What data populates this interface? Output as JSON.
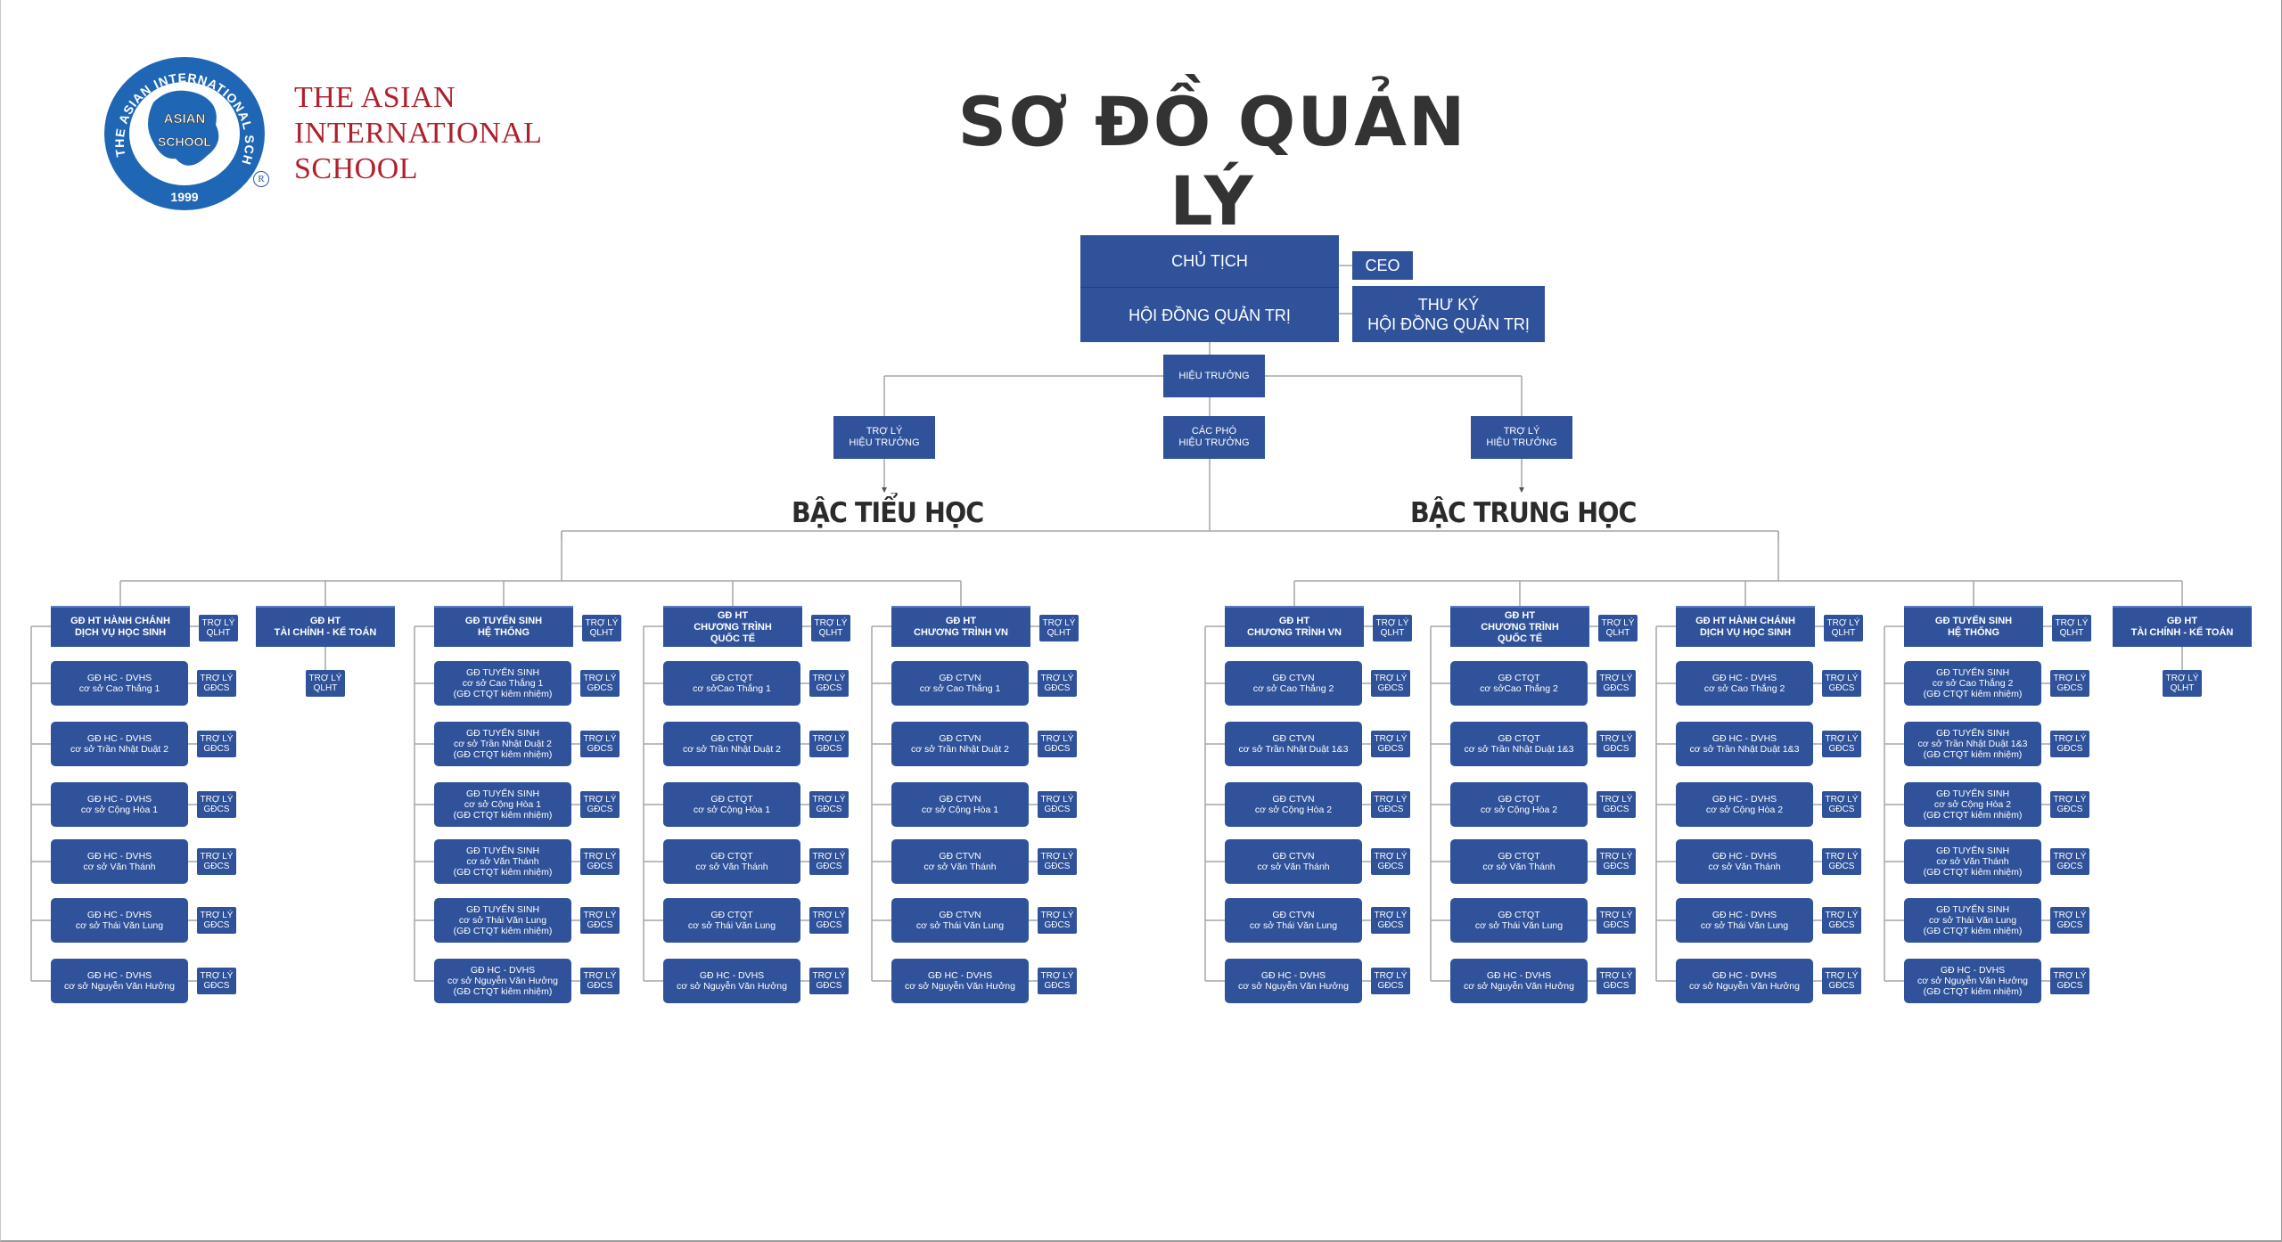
{
  "header": {
    "title": "SƠ ĐỒ QUẢN LÝ",
    "brand_lines": [
      "THE  ASIAN",
      "INTERNATIONAL",
      "SCHOOL"
    ],
    "logo": {
      "ring_text": "THE ASIAN INTERNATIONAL SCHOOL",
      "center_top": "ASIAN",
      "center_bottom": "SCHOOL",
      "year": "1999",
      "registered_mark": "R"
    }
  },
  "colors": {
    "box": "#2f529a",
    "line": "#a6a6a6",
    "brand": "#b0202c",
    "title": "#333333",
    "logo_blue": "#1f67b4"
  },
  "top": {
    "chairman": "CHỦ TỊCH",
    "board": "HỘI ĐỒNG QUẢN TRỊ",
    "ceo": "CEO",
    "secretary": "THƯ KÝ\nHỘI ĐỒNG QUẢN TRỊ",
    "principal": "HIỆU TRƯỞNG",
    "vice_principals": "CÁC PHÓ\nHIỆU TRƯỞNG",
    "assistant_left": "TRỢ LÝ\nHIỆU TRƯỞNG",
    "assistant_right": "TRỢ LÝ\nHIỆU TRƯỞNG"
  },
  "sections": {
    "primary": "BẬC TIỂU HỌC",
    "secondary": "BẬC TRUNG HỌC"
  },
  "primary_columns": [
    {
      "head": "GĐ HT HÀNH CHÁNH\nDỊCH VỤ HỌC SINH",
      "head_assistant": "TRỢ LÝ\nQLHT",
      "units": [
        {
          "label": "GĐ HC - DVHS\ncơ sở Cao Thắng 1",
          "assistant": "TRỢ LÝ\nGĐCS"
        },
        {
          "label": "GĐ HC - DVHS\ncơ sở Trần Nhật Duật 2",
          "assistant": "TRỢ LÝ\nGĐCS"
        },
        {
          "label": "GĐ HC - DVHS\ncơ sở Cộng Hòa 1",
          "assistant": "TRỢ LÝ\nGĐCS"
        },
        {
          "label": "GĐ HC - DVHS\ncơ sở Văn Thánh",
          "assistant": "TRỢ LÝ\nGĐCS"
        },
        {
          "label": "GĐ HC - DVHS\ncơ sở Thái Văn Lung",
          "assistant": "TRỢ LÝ\nGĐCS"
        },
        {
          "label": "GĐ HC - DVHS\ncơ sở Nguyễn Văn Hưởng",
          "assistant": "TRỢ LÝ\nGĐCS"
        }
      ]
    },
    {
      "head": "GĐ HT\nTÀI CHÍNH - KẾ TOÁN",
      "head_assistant_below": "TRỢ LÝ\nQLHT",
      "units": []
    },
    {
      "head": "GĐ TUYỂN SINH\nHỆ THỐNG",
      "head_assistant": "TRỢ LÝ\nQLHT",
      "units": [
        {
          "label": "GĐ TUYỂN SINH\ncơ sở Cao Thắng 1\n(GĐ CTQT kiêm nhiệm)",
          "assistant": "TRỢ LÝ\nGĐCS"
        },
        {
          "label": "GĐ TUYỂN SINH\ncơ sở Trần Nhật Duật  2\n(GĐ CTQT kiêm nhiệm)",
          "assistant": "TRỢ LÝ\nGĐCS"
        },
        {
          "label": "GĐ TUYỂN SINH\ncơ sở Cộng Hòa 1\n(GĐ CTQT kiêm nhiệm)",
          "assistant": "TRỢ LÝ\nGĐCS"
        },
        {
          "label": "GĐ TUYỂN SINH\ncơ sở Văn Thánh\n(GĐ CTQT kiêm nhiệm)",
          "assistant": "TRỢ LÝ\nGĐCS"
        },
        {
          "label": "GĐ TUYỂN SINH\ncơ sở Thái Văn Lung\n(GĐ CTQT kiêm nhiệm)",
          "assistant": "TRỢ LÝ\nGĐCS"
        },
        {
          "label": "GĐ HC - DVHS\ncơ sở Nguyễn Văn Hưởng\n(GĐ CTQT kiêm nhiệm)",
          "assistant": "TRỢ LÝ\nGĐCS"
        }
      ]
    },
    {
      "head": "GĐ HT\nCHƯƠNG TRÌNH\nQUỐC TẾ",
      "head_assistant": "TRỢ LÝ\nQLHT",
      "units": [
        {
          "label": "GĐ CTQT\ncơ sởCao Thắng 1",
          "assistant": "TRỢ LÝ\nGĐCS"
        },
        {
          "label": "GĐ CTQT\ncơ sở Trần Nhật Duật  2",
          "assistant": "TRỢ LÝ\nGĐCS"
        },
        {
          "label": "GĐ CTQT\ncơ sở Cộng Hòa 1",
          "assistant": "TRỢ LÝ\nGĐCS"
        },
        {
          "label": "GĐ CTQT\ncơ sở Văn Thánh",
          "assistant": "TRỢ LÝ\nGĐCS"
        },
        {
          "label": "GĐ CTQT\ncơ sở Thái Văn Lung",
          "assistant": "TRỢ LÝ\nGĐCS"
        },
        {
          "label": "GĐ HC - DVHS\ncơ sở Nguyễn Văn Hưởng",
          "assistant": "TRỢ LÝ\nGĐCS"
        }
      ]
    },
    {
      "head": "GĐ HT\nCHƯƠNG TRÌNH VN",
      "head_assistant": "TRỢ LÝ\nQLHT",
      "units": [
        {
          "label": "GĐ CTVN\ncơ sở Cao Thắng 1",
          "assistant": "TRỢ LÝ\nGĐCS"
        },
        {
          "label": "GĐ CTVN\ncơ sở Trần Nhật Duật 2",
          "assistant": "TRỢ LÝ\nGĐCS"
        },
        {
          "label": "GĐ CTVN\ncơ sở Cộng Hòa 1",
          "assistant": "TRỢ LÝ\nGĐCS"
        },
        {
          "label": "GĐ CTVN\ncơ sở Văn Thánh",
          "assistant": "TRỢ LÝ\nGĐCS"
        },
        {
          "label": "GĐ CTVN\ncơ sở Thái Văn Lung",
          "assistant": "TRỢ LÝ\nGĐCS"
        },
        {
          "label": "GĐ HC - DVHS\ncơ sở Nguyễn Văn Hưởng",
          "assistant": "TRỢ LÝ\nGĐCS"
        }
      ]
    }
  ],
  "secondary_columns": [
    {
      "head": "GĐ HT\nCHƯƠNG TRÌNH VN",
      "head_assistant": "TRỢ LÝ\nQLHT",
      "units": [
        {
          "label": "GĐ CTVN\ncơ sở Cao Thắng 2",
          "assistant": "TRỢ LÝ\nGĐCS"
        },
        {
          "label": "GĐ CTVN\ncơ sở Trần Nhật Duật 1&3",
          "assistant": "TRỢ LÝ\nGĐCS"
        },
        {
          "label": "GĐ CTVN\ncơ sở Cộng Hòa 2",
          "assistant": "TRỢ LÝ\nGĐCS"
        },
        {
          "label": "GĐ CTVN\ncơ sở Văn Thánh",
          "assistant": "TRỢ LÝ\nGĐCS"
        },
        {
          "label": "GĐ CTVN\ncơ sở Thái Văn Lung",
          "assistant": "TRỢ LÝ\nGĐCS"
        },
        {
          "label": "GĐ HC - DVHS\ncơ sở Nguyễn Văn Hưởng",
          "assistant": "TRỢ LÝ\nGĐCS"
        }
      ]
    },
    {
      "head": "GĐ HT\nCHƯƠNG TRÌNH\nQUỐC TẾ",
      "head_assistant": "TRỢ LÝ\nQLHT",
      "units": [
        {
          "label": "GĐ CTQT\ncơ sởCao Thắng 2",
          "assistant": "TRỢ LÝ\nGĐCS"
        },
        {
          "label": "GĐ CTQT\ncơ sở Trần Nhật Duật  1&3",
          "assistant": "TRỢ LÝ\nGĐCS"
        },
        {
          "label": "GĐ CTQT\ncơ sở Cộng Hòa 2",
          "assistant": "TRỢ LÝ\nGĐCS"
        },
        {
          "label": "GĐ CTQT\ncơ sở Văn Thánh",
          "assistant": "TRỢ LÝ\nGĐCS"
        },
        {
          "label": "GĐ CTQT\ncơ sở Thái Văn Lung",
          "assistant": "TRỢ LÝ\nGĐCS"
        },
        {
          "label": "GĐ HC - DVHS\ncơ sở Nguyễn Văn Hưởng",
          "assistant": "TRỢ LÝ\nGĐCS"
        }
      ]
    },
    {
      "head": "GĐ HT HÀNH CHÁNH\nDỊCH VỤ HỌC SINH",
      "head_assistant": "TRỢ LÝ\nQLHT",
      "units": [
        {
          "label": "GĐ HC - DVHS\ncơ sở Cao Thắng 2",
          "assistant": "TRỢ LÝ\nGĐCS"
        },
        {
          "label": "GĐ HC - DVHS\ncơ sở Trần Nhật Duật 1&3",
          "assistant": "TRỢ LÝ\nGĐCS"
        },
        {
          "label": "GĐ HC - DVHS\ncơ sở Cộng Hòa 2",
          "assistant": "TRỢ LÝ\nGĐCS"
        },
        {
          "label": "GĐ HC - DVHS\ncơ sở Văn Thánh",
          "assistant": "TRỢ LÝ\nGĐCS"
        },
        {
          "label": "GĐ HC - DVHS\ncơ sở Thái Văn Lung",
          "assistant": "TRỢ LÝ\nGĐCS"
        },
        {
          "label": "GĐ HC - DVHS\ncơ sở Nguyễn Văn Hưởng",
          "assistant": "TRỢ LÝ\nGĐCS"
        }
      ]
    },
    {
      "head": "GĐ TUYỂN SINH\nHỆ THỐNG",
      "head_assistant": "TRỢ LÝ\nQLHT",
      "units": [
        {
          "label": "GĐ TUYỂN SINH\ncơ sở Cao Thắng 2\n(GĐ CTQT kiêm nhiệm)",
          "assistant": "TRỢ LÝ\nGĐCS"
        },
        {
          "label": "GĐ TUYỂN SINH\ncơ sở Trần Nhật Duật  1&3\n(GĐ CTQT kiêm nhiệm)",
          "assistant": "TRỢ LÝ\nGĐCS"
        },
        {
          "label": "GĐ TUYỂN SINH\ncơ sở Cộng Hòa 2\n(GĐ CTQT kiêm nhiệm)",
          "assistant": "TRỢ LÝ\nGĐCS"
        },
        {
          "label": "GĐ TUYỂN SINH\ncơ sở Văn Thánh\n(GĐ CTQT kiêm nhiệm)",
          "assistant": "TRỢ LÝ\nGĐCS"
        },
        {
          "label": "GĐ TUYỂN SINH\ncơ sở Thái Văn Lung\n(GĐ CTQT kiêm nhiệm)",
          "assistant": "TRỢ LÝ\nGĐCS"
        },
        {
          "label": "GĐ HC - DVHS\ncơ sở Nguyễn Văn Hưởng\n(GĐ CTQT kiêm nhiệm)",
          "assistant": "TRỢ LÝ\nGĐCS"
        }
      ]
    },
    {
      "head": "GĐ HT\nTÀI CHÍNH - KẾ TOÁN",
      "head_assistant_below": "TRỢ LÝ\nQLHT",
      "units": []
    }
  ]
}
